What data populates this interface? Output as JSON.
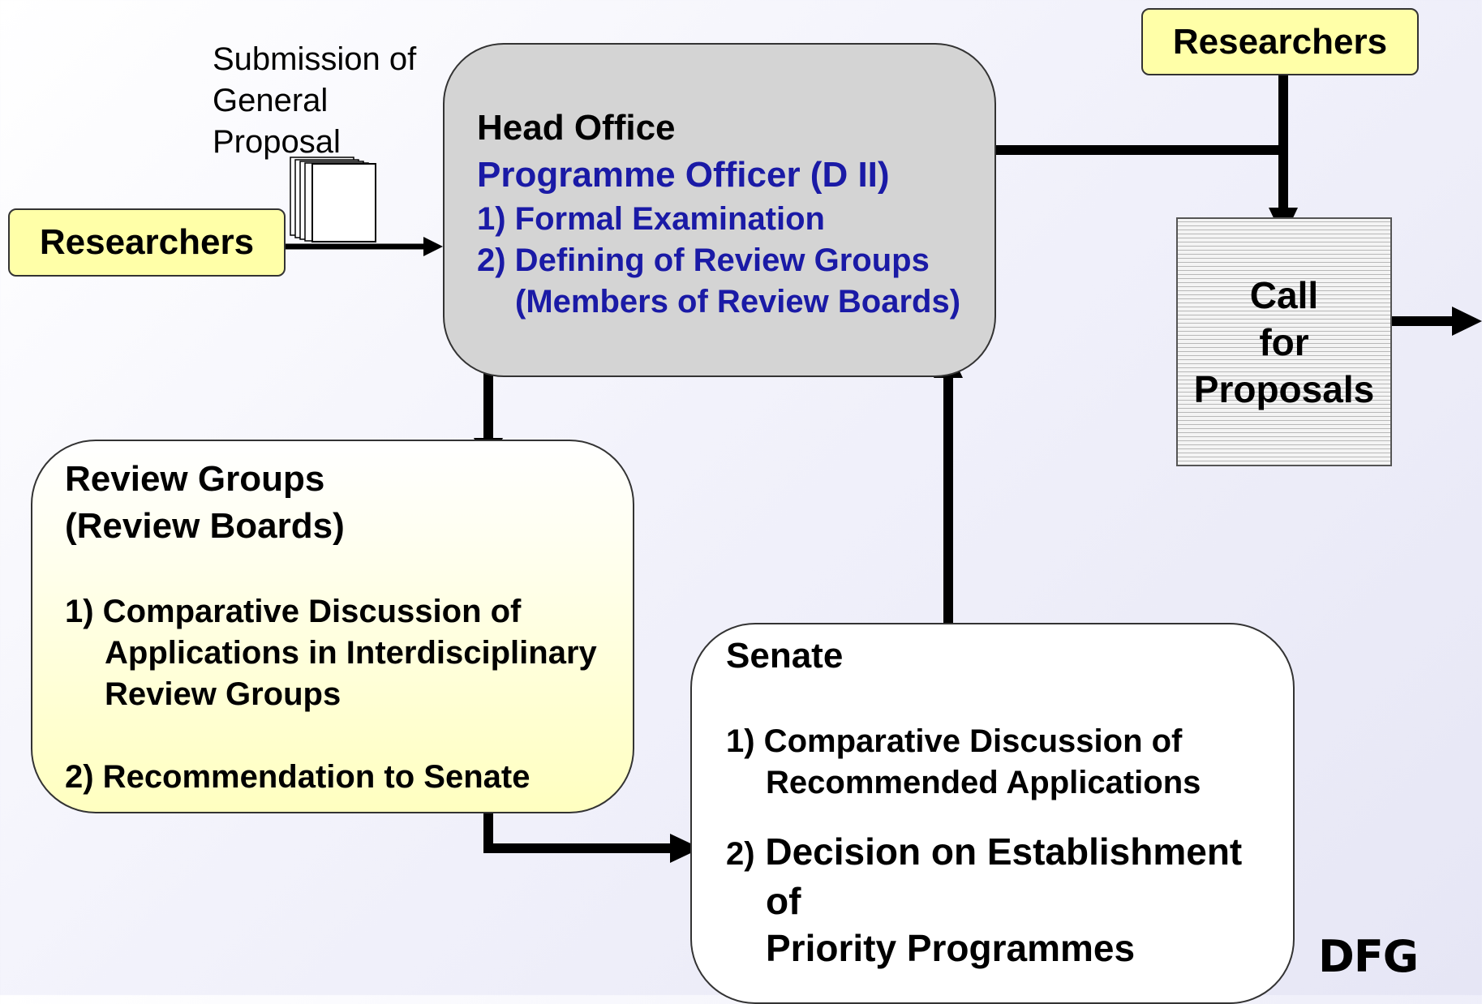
{
  "researchers_left": "Researchers",
  "researchers_right": "Researchers",
  "submission": "Submission of\nGeneral\nProposal",
  "head_office": {
    "title": "Head Office",
    "officer": "Programme Officer (D II)",
    "item1": "1) Formal Examination",
    "item2": "2) Defining of Review Groups",
    "item2b": "(Members of Review Boards)"
  },
  "review_groups": {
    "title1": "Review Groups",
    "title2": "(Review Boards)",
    "item1a": "1) Comparative Discussion of",
    "item1b": "Applications in Interdisciplinary",
    "item1c": "Review Groups",
    "item2": "2) Recommendation to Senate"
  },
  "senate": {
    "title": "Senate",
    "item1a": "1) Comparative Discussion of",
    "item1b": "Recommended Applications",
    "item2num": "2)",
    "item2a": "Decision on Establishment",
    "item2b": "of",
    "item2c": "Priority Programmes"
  },
  "call_for_proposals": "Call\nfor\nProposals",
  "logo": "DFG",
  "colors": {
    "label_fill": "#ffffa8",
    "head_office_fill": "#d4d4d4",
    "officer_text": "#1a1aa6",
    "review_fill": "#ffffc0"
  }
}
